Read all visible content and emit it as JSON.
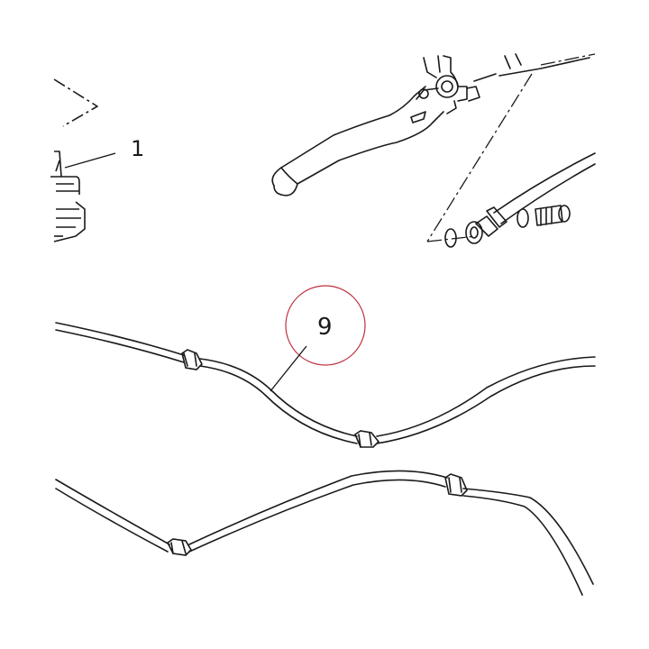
{
  "diagram": {
    "callouts": [
      {
        "label": "1",
        "part": "master-cylinder"
      },
      {
        "label": "9",
        "part": "brake-hose",
        "highlighted": true
      }
    ],
    "colors": {
      "line": "#1a1a1a",
      "highlight_circle": "#c0303c",
      "background": "#ffffff"
    }
  }
}
